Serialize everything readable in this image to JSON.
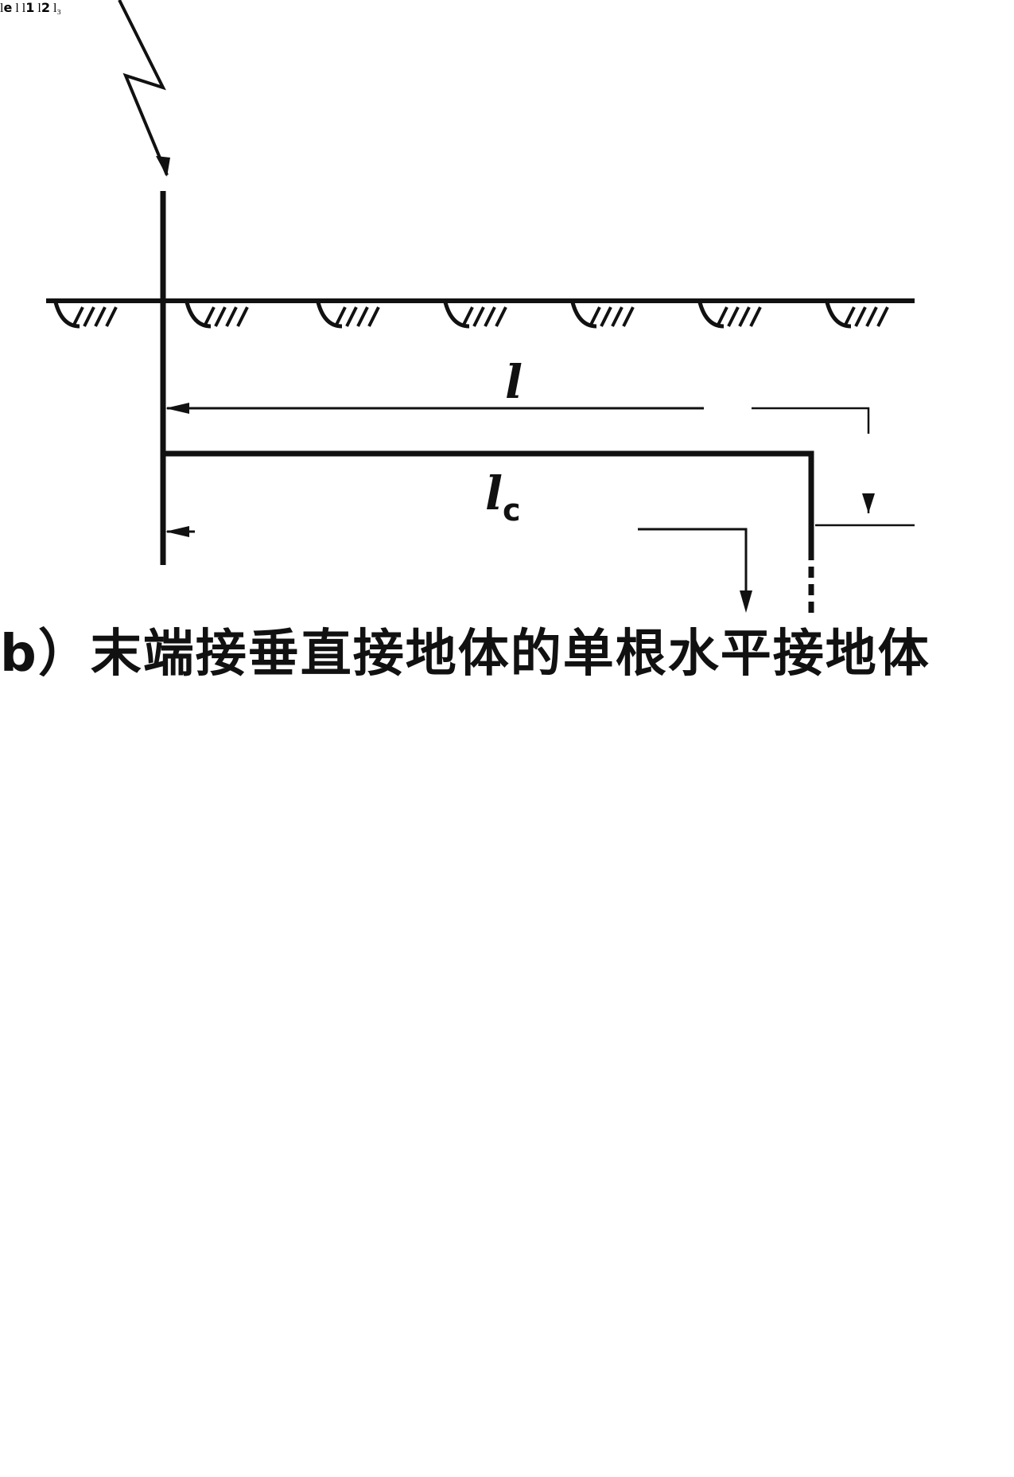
{
  "figure_b": {
    "caption": "b）末端接垂直接地体的单根水平接地体",
    "labels": {
      "l": "l",
      "lc_main": "l",
      "lc_sub": "c"
    }
  },
  "figure_c": {
    "labels": {
      "le_main": "l",
      "le_sub": "e",
      "l": "l",
      "l1_main": "l",
      "l1_sub": "1",
      "l2_main": "l",
      "l2_sub": "2",
      "l3": "l₃"
    }
  },
  "colors": {
    "ink": "#111111",
    "background": "#ffffff"
  }
}
